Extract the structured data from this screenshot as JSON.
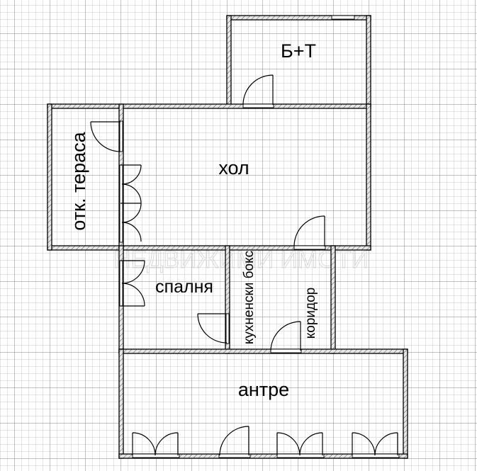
{
  "plan": {
    "rooms": [
      {
        "id": "bath",
        "label": "Б+Т"
      },
      {
        "id": "hall",
        "label": "хол"
      },
      {
        "id": "terrace",
        "label": "отк. тераса"
      },
      {
        "id": "bedroom",
        "label": "спалня"
      },
      {
        "id": "kitchen",
        "label": "кухненски бокс"
      },
      {
        "id": "corridor",
        "label": "коридор"
      },
      {
        "id": "entrance",
        "label": "антре"
      }
    ],
    "watermark": "НЕДВИЖИМИ ИМОТИ"
  },
  "colors": {
    "wall": "#000000",
    "grid_minor": "#c9c9c9",
    "grid_major": "#9a9a9a",
    "background": "#ffffff"
  }
}
